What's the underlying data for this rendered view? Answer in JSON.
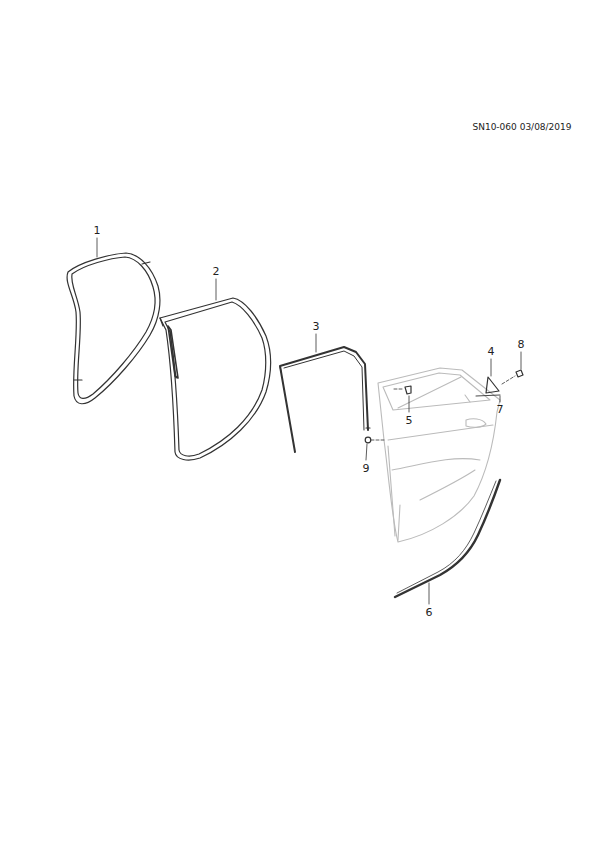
{
  "diagram": {
    "labels": [
      "SN10-060 03/08/2019",
      "1",
      "2",
      "3",
      "8",
      "4",
      "7",
      "5",
      "9",
      "6"
    ]
  }
}
